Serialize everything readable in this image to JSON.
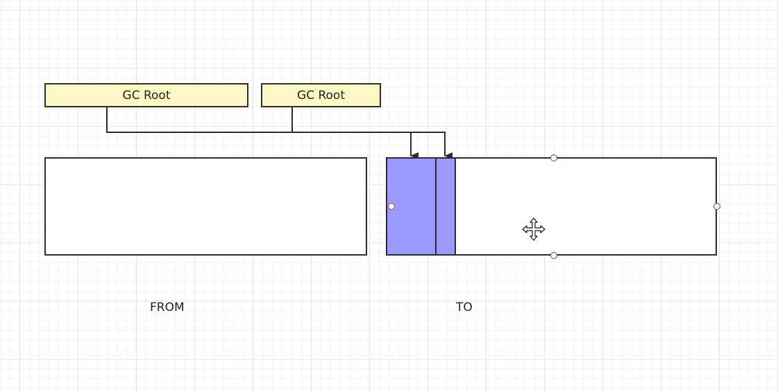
{
  "diagram": {
    "gc_roots": [
      {
        "label": "GC Root"
      },
      {
        "label": "GC Root"
      }
    ],
    "regions": {
      "from": {
        "label": "FROM"
      },
      "to": {
        "label": "TO"
      }
    },
    "colors": {
      "gc_root_fill": "#fcf8c6",
      "object_fill": "#9999ff",
      "stroke": "#2b2b2b",
      "selection_handle": "#a0303a"
    },
    "icons": {
      "cursor": "move-cursor-icon",
      "arrowhead": "arrowhead-icon"
    }
  }
}
